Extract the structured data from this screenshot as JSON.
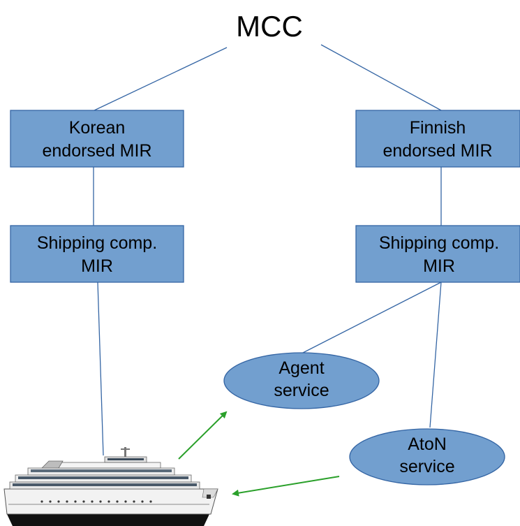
{
  "title": "MCC",
  "nodes": {
    "korean_mir": {
      "line1": "Korean",
      "line2": "endorsed MIR"
    },
    "finnish_mir": {
      "line1": "Finnish",
      "line2": "endorsed MIR"
    },
    "korean_shipping": {
      "line1": "Shipping comp.",
      "line2": "MIR"
    },
    "finnish_shipping": {
      "line1": "Shipping comp.",
      "line2": "MIR"
    },
    "agent_service": {
      "line1": "Agent",
      "line2": "service"
    },
    "aton_service": {
      "line1": "AtoN",
      "line2": "service"
    }
  },
  "colors": {
    "box_fill": "#729fcf",
    "box_stroke": "#3465a4",
    "line": "#3465a4",
    "arrow": "#2aa02a"
  },
  "ship_icon": "cruise-ship-icon"
}
